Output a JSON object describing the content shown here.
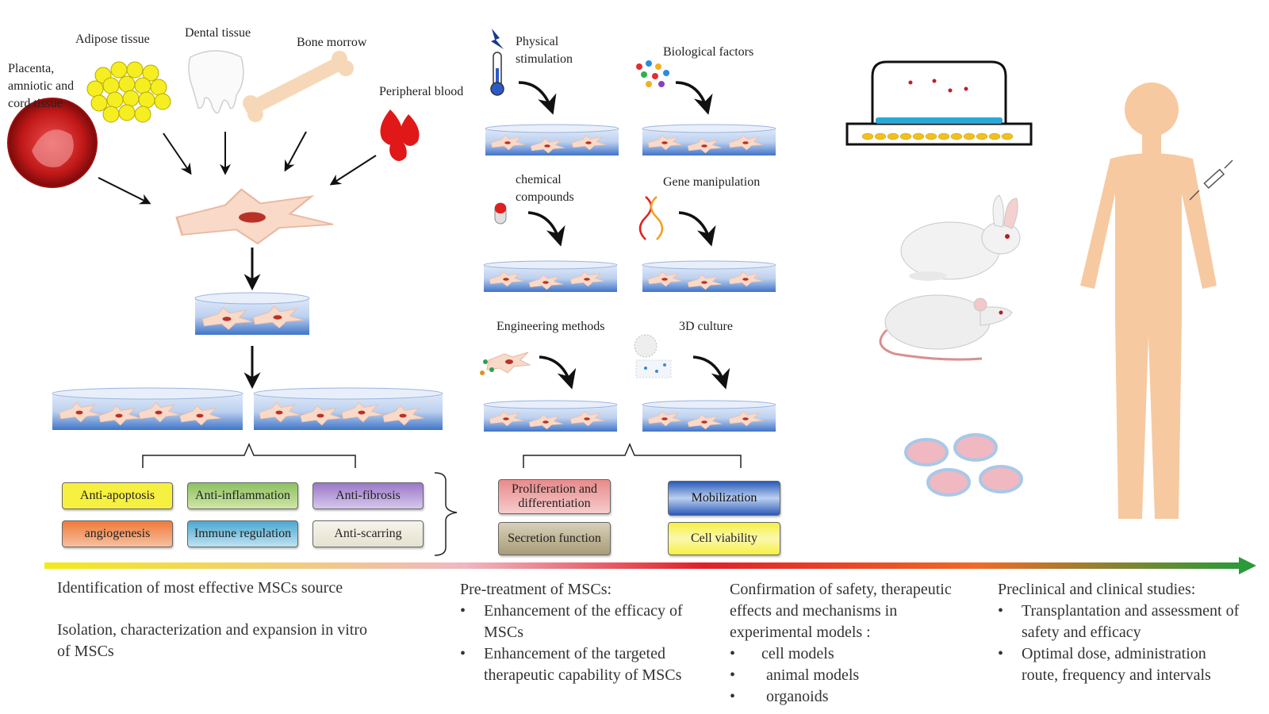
{
  "sources": {
    "placenta": "Placenta,\namniotic and\ncord tissue",
    "adipose": "Adipose tissue",
    "dental": "Dental tissue",
    "bone": "Bone morrow",
    "blood": "Peripheral blood"
  },
  "pretreatment": {
    "physical": "Physical\nstimulation",
    "biological": "Biological factors",
    "chemical": "chemical\ncompounds",
    "gene": "Gene manipulation",
    "engineering": "Engineering methods",
    "culture3d": "3D culture"
  },
  "effects": {
    "anti_apoptosis": "Anti-apoptosis",
    "anti_inflammation": "Anti-inflammation",
    "anti_fibrosis": "Anti-fibrosis",
    "angiogenesis": "angiogenesis",
    "immune_regulation": "Immune regulation",
    "anti_scarring": "Anti-scarring"
  },
  "improvements": {
    "proliferation": "Proliferation and\ndifferentiation",
    "mobilization": "Mobilization",
    "secretion": "Secretion function",
    "viability": "Cell viability"
  },
  "stages": {
    "s1": {
      "line1": "Identification of  most effective MSCs source",
      "line2": "Isolation, characterization and expansion in vitro",
      "line3": "of MSCs"
    },
    "s2": {
      "title": "Pre-treatment of MSCs:",
      "b1a": "Enhancement of the efficacy of",
      "b1b": "MSCs",
      "b2a": "Enhancement of the targeted",
      "b2b": "therapeutic capability of MSCs"
    },
    "s3": {
      "title1": "Confirmation of safety, therapeutic",
      "title2": "effects and mechanisms in",
      "title3": "experimental models :",
      "b1": "cell models",
      "b2": "animal models",
      "b3": "organoids"
    },
    "s4": {
      "title": "Preclinical and clinical studies:",
      "b1a": "Transplantation and assessment of",
      "b1b": "safety and efficacy",
      "b2a": "Optimal dose, administration",
      "b2b": "route, frequency and intervals"
    },
    "bullet": "•"
  },
  "colors": {
    "arrow_gradient": [
      "#f2ea1a",
      "#e8b8c8",
      "#e0202a",
      "#f07020",
      "#2a9a3a"
    ],
    "cell": "#f9d9c8",
    "nucleus": "#c0392b",
    "dish": "#4a7fd0",
    "skin": "#f7c9a0"
  }
}
